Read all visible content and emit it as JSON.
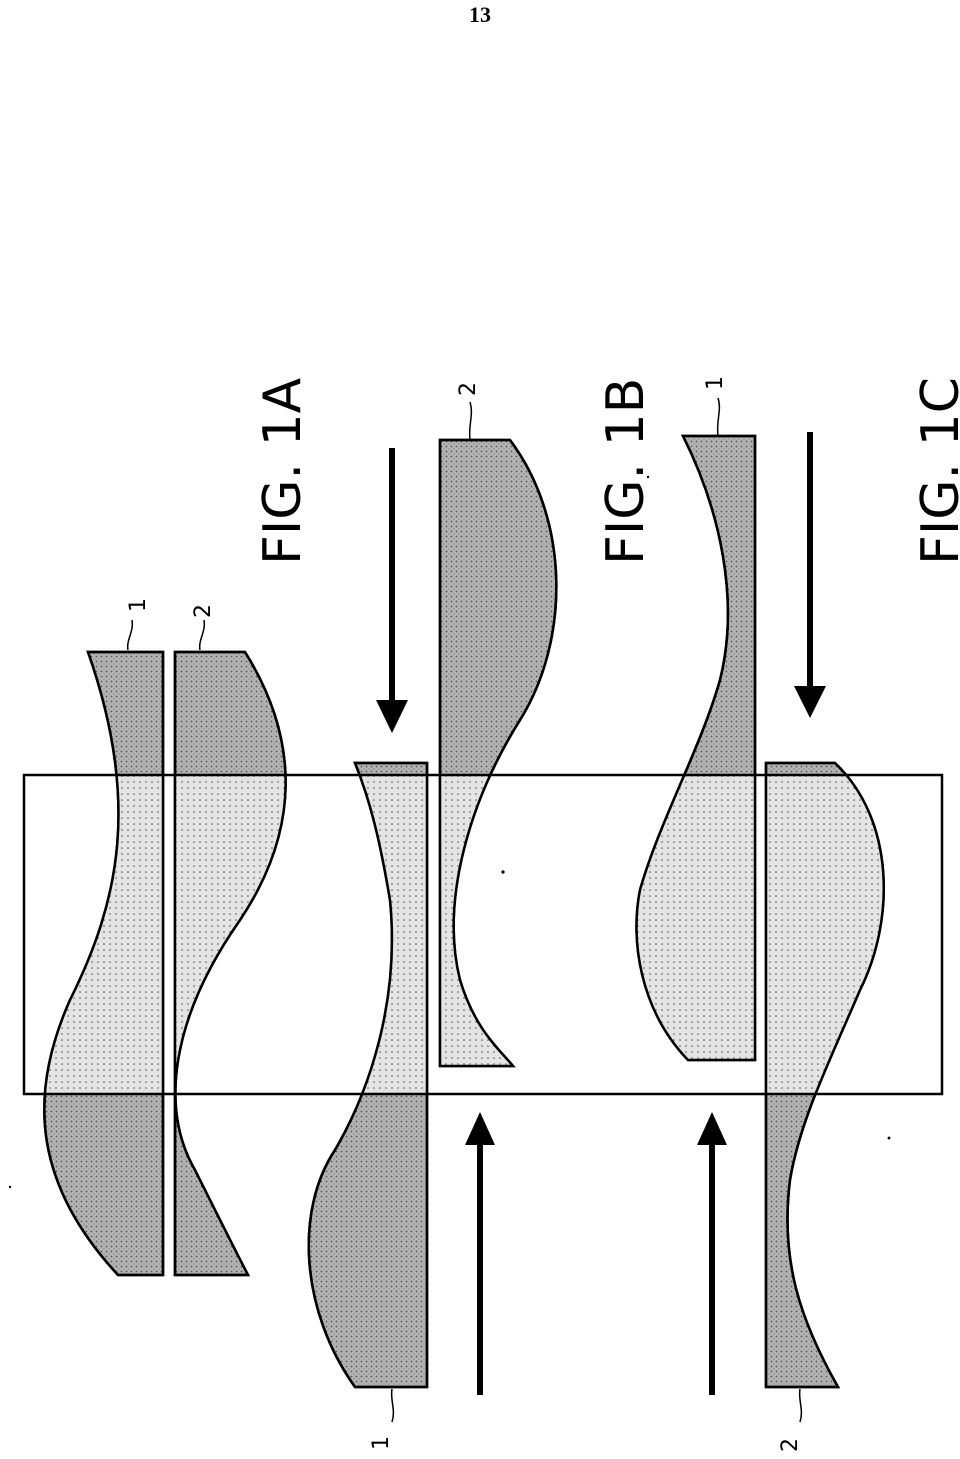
{
  "page": {
    "number": "13"
  },
  "figures": [
    {
      "id": "1A",
      "label": "FIG. 1A"
    },
    {
      "id": "1B",
      "label": "FIG. 1B"
    },
    {
      "id": "1C",
      "label": "FIG. 1C"
    }
  ],
  "reference_numerals": {
    "fig1a_plate_1": "1",
    "fig1a_plate_2": "2",
    "fig1b_plate_1": "1",
    "fig1b_plate_2": "2",
    "fig1c_plate_1": "1",
    "fig1c_plate_2": "2"
  },
  "colors": {
    "plate_outside_frame": "#b4b4b4",
    "plate_inside_frame": "#dcdcdc",
    "line": "#000000"
  }
}
